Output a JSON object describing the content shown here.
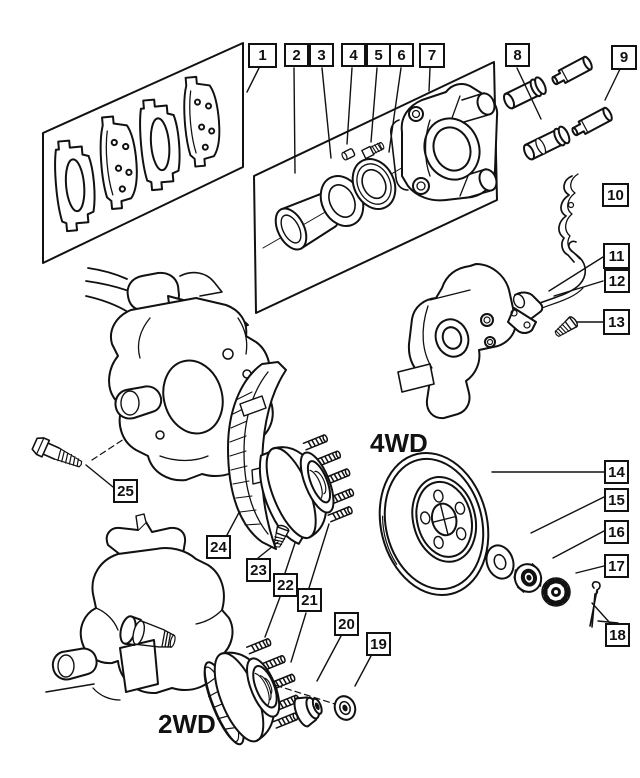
{
  "callouts": [
    "1",
    "2",
    "3",
    "4",
    "5",
    "6",
    "7",
    "8",
    "9",
    "10",
    "11",
    "12",
    "13",
    "14",
    "15",
    "16",
    "17",
    "18",
    "19",
    "20",
    "21",
    "22",
    "23",
    "24",
    "25"
  ],
  "labels": {
    "drive_4wd": "4WD",
    "drive_2wd": "2WD"
  },
  "colors": {
    "line": "#111111",
    "background": "#ffffff"
  }
}
